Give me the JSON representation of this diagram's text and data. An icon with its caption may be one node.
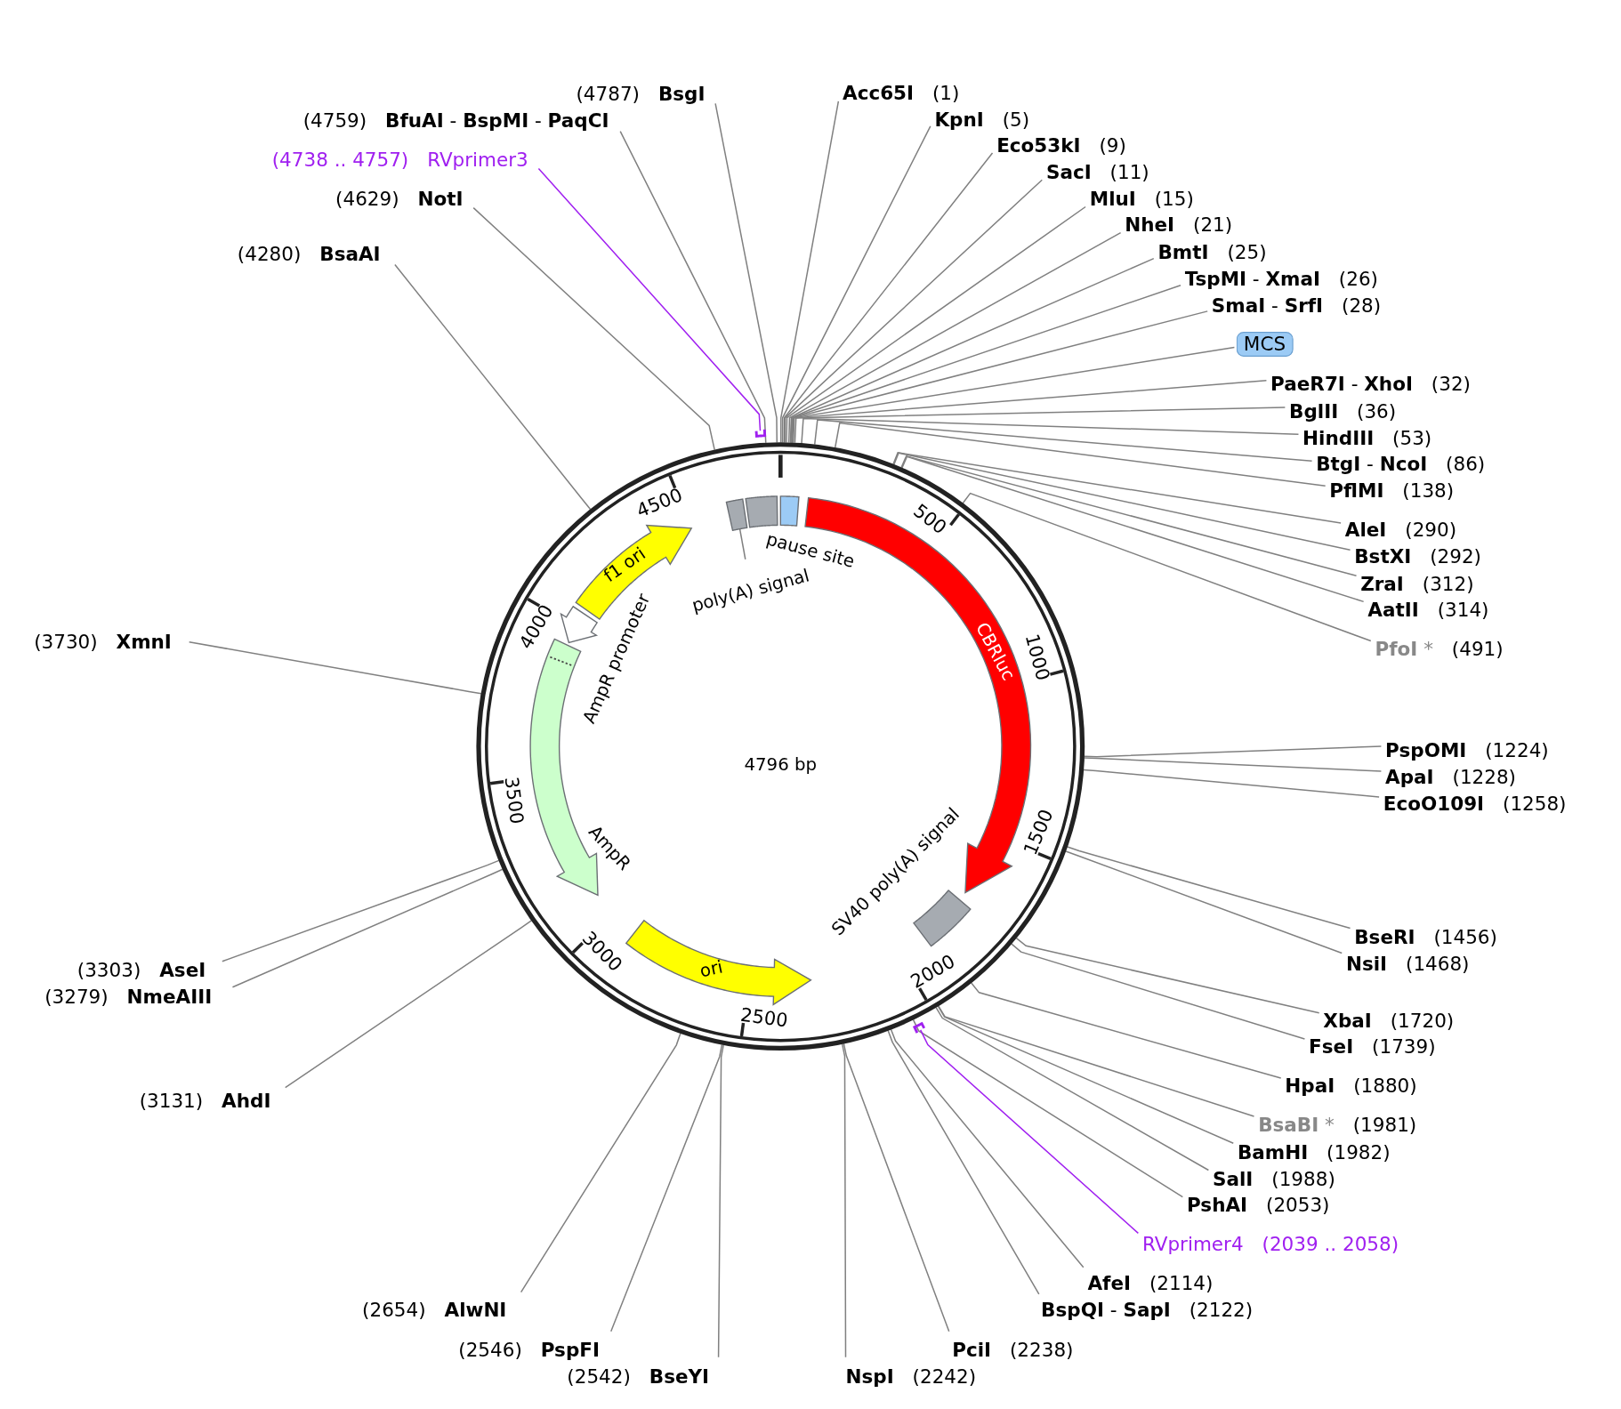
{
  "diagram": {
    "nodes": [
      {
        "text": [
          "poly(A) signal"
        ]
      },
      {
        "text": [],
        "shape": "box"
      },
      {
        "text": [],
        "shape": "box",
        "beside": [
          "pause site"
        ]
      },
      {
        "text": [],
        "shape": "box"
      },
      {
        "text": [
          "CBRluc"
        ]
      },
      {
        "text": [],
        "shape": "box",
        "beside": [
          "SV40 poly(A) signal"
        ]
      },
      {
        "text": [
          "ori"
        ]
      },
      {
        "text": [
          "AmpR"
        ]
      },
      {
        "text": [],
        "shape": "arrow",
        "beside": [
          "AmpR promoter"
        ]
      },
      {
        "text": [
          "f1 ori"
        ]
      },
      {
        "text": [
          "Acc65I",
          "(1)"
        ]
      },
      {
        "text": [
          "KpnI",
          "(5)"
        ]
      },
      {
        "text": [
          "Eco53kI",
          "(9)"
        ]
      },
      {
        "text": [
          "SacI",
          "(11)"
        ]
      },
      {
        "text": [
          "MluI",
          "(15)"
        ]
      },
      {
        "text": [
          "NheI",
          "(21)"
        ]
      },
      {
        "text": [
          "BmtI",
          "(25)"
        ]
      },
      {
        "text": [
          "**TspMI** - **XmaI**",
          "(26)"
        ]
      },
      {
        "text": [
          "**SmaI** - **SrfI**",
          "(28)"
        ]
      },
      {
        "text": [
          "MCS"
        ]
      },
      {
        "text": [
          "**PaeR7I** - **XhoI**",
          "(32)"
        ]
      },
      {
        "text": [
          "BglII",
          "(36)"
        ]
      },
      {
        "text": [
          "HindIII",
          "(53)"
        ]
      },
      {
        "text": [
          "**BtgI** - **NcoI**",
          "(86)"
        ]
      },
      {
        "text": [
          "PflMI",
          "(138)"
        ]
      },
      {
        "text": [
          "AleI",
          "(290)"
        ]
      },
      {
        "text": [
          "BstXI",
          "(292)"
        ]
      },
      {
        "text": [
          "ZraI",
          "(312)"
        ]
      },
      {
        "text": [
          "AatII",
          "(314)"
        ]
      },
      {
        "text": [
          "**PfoI** *",
          "(491)"
        ]
      },
      {
        "text": [
          "PspOMI",
          "(1224)"
        ]
      },
      {
        "text": [
          "ApaI",
          "(1228)"
        ]
      },
      {
        "text": [
          "EcoO109I",
          "(1258)"
        ]
      },
      {
        "text": [
          "BseRI",
          "(1456)"
        ]
      },
      {
        "text": [
          "NsiI",
          "(1468)"
        ]
      },
      {
        "text": [
          "XbaI",
          "(1720)"
        ]
      },
      {
        "text": [
          "FseI",
          "(1739)"
        ]
      },
      {
        "text": [
          "HpaI",
          "(1880)"
        ]
      },
      {
        "text": [
          "**BsaBI** *",
          "(1981)"
        ]
      },
      {
        "text": [
          "BamHI",
          "(1982)"
        ]
      },
      {
        "text": [
          "SalI",
          "(1988)"
        ]
      },
      {
        "text": [
          "PshAI",
          "(2053)"
        ]
      },
      {
        "text": [
          "RVprimer4",
          "(2039 .. 2058)"
        ]
      },
      {
        "text": [
          "AfeI",
          "(2114)"
        ]
      },
      {
        "text": [
          "**BspQI** - **SapI**",
          "(2122)"
        ]
      },
      {
        "text": [
          "PciI",
          "(2238)"
        ]
      },
      {
        "text": [
          "NspI",
          "(2242)"
        ]
      },
      {
        "text": [
          "(2542)",
          "BseYI"
        ]
      },
      {
        "text": [
          "(2546)",
          "PspFI"
        ]
      },
      {
        "text": [
          "(2654)",
          "AlwNI"
        ]
      },
      {
        "text": [
          "(3131)",
          "AhdI"
        ]
      },
      {
        "text": [
          "(3279)",
          "NmeAIII"
        ]
      },
      {
        "text": [
          "(3303)",
          "AseI"
        ]
      },
      {
        "text": [
          "(3730)",
          "XmnI"
        ]
      },
      {
        "text": [
          "(4280)",
          "BsaAI"
        ]
      },
      {
        "text": [
          "(4629)",
          "NotI"
        ]
      },
      {
        "text": [
          "(4738 .. 4757)",
          "RVprimer3"
        ]
      },
      {
        "text": [
          "(4759)",
          "**BfuAI** - **BspMI** - **PaqCI**"
        ]
      },
      {
        "text": [
          "(4787)",
          "BsgI"
        ]
      }
    ],
    "edges": [
      {
        "from": 0,
        "to": 1,
        "arrow": "none"
      },
      {
        "from": 10,
        "to": null,
        "arrow": "none"
      },
      {
        "from": 11,
        "to": null,
        "arrow": "none"
      },
      {
        "from": 12,
        "to": null,
        "arrow": "none"
      },
      {
        "from": 13,
        "to": null,
        "arrow": "none"
      },
      {
        "from": 14,
        "to": null,
        "arrow": "none"
      },
      {
        "from": 15,
        "to": null,
        "arrow": "none"
      },
      {
        "from": 16,
        "to": null,
        "arrow": "none"
      },
      {
        "from": 17,
        "to": null,
        "arrow": "none"
      },
      {
        "from": 18,
        "to": null,
        "arrow": "none"
      },
      {
        "from": 19,
        "to": null,
        "arrow": "none"
      },
      {
        "from": 20,
        "to": null,
        "arrow": "none"
      },
      {
        "from": 21,
        "to": null,
        "arrow": "none"
      },
      {
        "from": 22,
        "to": null,
        "arrow": "none"
      },
      {
        "from": 23,
        "to": null,
        "arrow": "none"
      },
      {
        "from": 24,
        "to": null,
        "arrow": "none"
      },
      {
        "from": 25,
        "to": null,
        "arrow": "none"
      },
      {
        "from": 26,
        "to": null,
        "arrow": "none"
      },
      {
        "from": 27,
        "to": null,
        "arrow": "none"
      },
      {
        "from": 28,
        "to": null,
        "arrow": "none"
      },
      {
        "from": 29,
        "to": null,
        "arrow": "none"
      },
      {
        "from": 30,
        "to": null,
        "arrow": "none"
      },
      {
        "from": 31,
        "to": null,
        "arrow": "none"
      },
      {
        "from": 32,
        "to": null,
        "arrow": "none"
      },
      {
        "from": 33,
        "to": null,
        "arrow": "none"
      },
      {
        "from": 34,
        "to": null,
        "arrow": "none"
      },
      {
        "from": 35,
        "to": null,
        "arrow": "none"
      },
      {
        "from": 36,
        "to": null,
        "arrow": "none"
      },
      {
        "from": 37,
        "to": null,
        "arrow": "none"
      },
      {
        "from": 38,
        "to": null,
        "arrow": "none"
      },
      {
        "from": 39,
        "to": null,
        "arrow": "none"
      },
      {
        "from": 40,
        "to": null,
        "arrow": "none"
      },
      {
        "from": 41,
        "to": null,
        "arrow": "none"
      },
      {
        "from": 42,
        "to": null,
        "arrow": "none",
        "color": "#a020f0"
      },
      {
        "from": 43,
        "to": null,
        "arrow": "none"
      },
      {
        "from": 44,
        "to": null,
        "arrow": "none"
      },
      {
        "from": 45,
        "to": null,
        "arrow": "none"
      },
      {
        "from": 46,
        "to": null,
        "arrow": "none"
      },
      {
        "from": 47,
        "to": null,
        "arrow": "none"
      },
      {
        "from": 48,
        "to": null,
        "arrow": "none"
      },
      {
        "from": 49,
        "to": null,
        "arrow": "none"
      },
      {
        "from": 50,
        "to": null,
        "arrow": "none"
      },
      {
        "from": 51,
        "to": null,
        "arrow": "none"
      },
      {
        "from": 52,
        "to": null,
        "arrow": "none"
      },
      {
        "from": 53,
        "to": null,
        "arrow": "none"
      },
      {
        "from": 54,
        "to": null,
        "arrow": "none"
      },
      {
        "from": 55,
        "to": null,
        "arrow": "none"
      },
      {
        "from": 56,
        "to": null,
        "arrow": "none",
        "color": "#a020f0"
      },
      {
        "from": 57,
        "to": null,
        "arrow": "none"
      },
      {
        "from": 58,
        "to": null,
        "arrow": "none"
      }
    ],
    "labels": [
      "500",
      "1000",
      "1500",
      "2000",
      "2500",
      "3000",
      "3500",
      "4000",
      "4500",
      "4796 bp"
    ]
  }
}
